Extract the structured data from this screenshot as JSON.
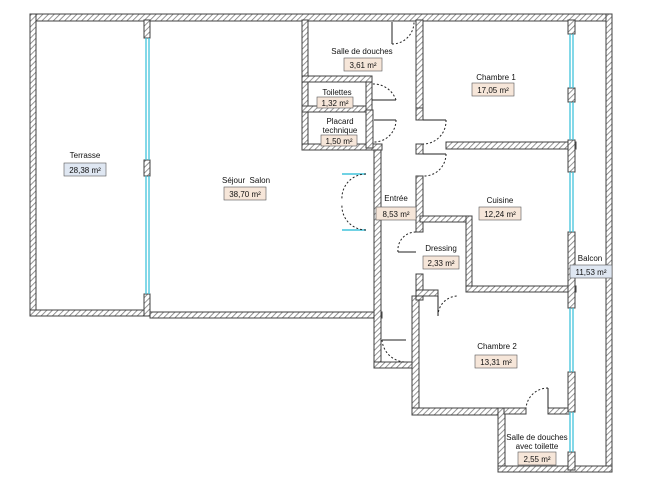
{
  "plan": {
    "colors": {
      "wall": "#404040",
      "wall_hatch": "#8a8a8a",
      "window": "#40c4dc",
      "door": "#222222",
      "area_box_fill": "#f6e6d9",
      "area_box_fill_outdoor": "#dfe7f2",
      "area_box_stroke": "#555555"
    },
    "rooms": [
      {
        "id": "terrasse",
        "name": "Terrasse",
        "area": "28,38 m²",
        "outdoor": true
      },
      {
        "id": "sejour",
        "name": "Séjour  Salon",
        "area": "38,70 m²",
        "outdoor": false
      },
      {
        "id": "salle-de-douches",
        "name": "Salle de douches",
        "area": "3,61 m²",
        "outdoor": false
      },
      {
        "id": "toilettes",
        "name": "Toilettes",
        "area": "1,32 m²",
        "outdoor": false
      },
      {
        "id": "placard",
        "name_lines": [
          "Placard",
          "technique"
        ],
        "area": "1,50 m²",
        "outdoor": false
      },
      {
        "id": "chambre-1",
        "name": "Chambre 1",
        "area": "17,05 m²",
        "outdoor": false
      },
      {
        "id": "entree",
        "name": "Entrée",
        "area": "8,53 m²",
        "outdoor": false
      },
      {
        "id": "cuisine",
        "name": "Cuisine",
        "area": "12,24 m²",
        "outdoor": false
      },
      {
        "id": "dressing",
        "name": "Dressing",
        "area": "2,33 m²",
        "outdoor": false
      },
      {
        "id": "balcon",
        "name": "Balcon",
        "area": "11,53 m²",
        "outdoor": true
      },
      {
        "id": "chambre-2",
        "name": "Chambre 2",
        "area": "13,31 m²",
        "outdoor": false
      },
      {
        "id": "salle-de-douches-2",
        "name_lines": [
          "Salle de douches",
          "avec toilette"
        ],
        "area": "2,55 m²",
        "outdoor": false
      }
    ]
  }
}
